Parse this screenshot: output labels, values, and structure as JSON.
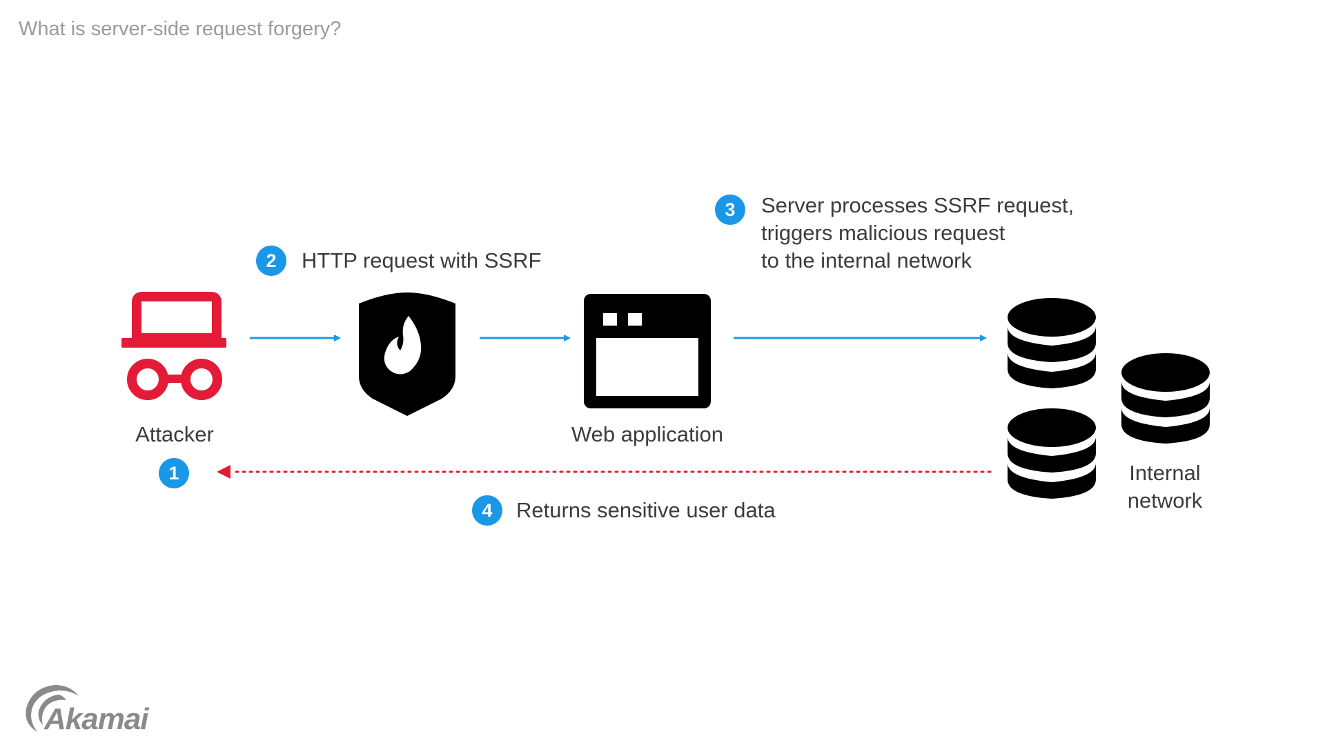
{
  "header": {
    "title": "What is server-side request forgery?"
  },
  "nodes": {
    "attacker": {
      "label": "Attacker",
      "icon": "spy-icon",
      "color": "#e31b36"
    },
    "firewall": {
      "icon": "shield-flame-icon",
      "color": "#000000"
    },
    "web_app": {
      "label": "Web application",
      "icon": "browser-window-icon"
    },
    "internal_network": {
      "label_line1": "Internal",
      "label_line2": "network",
      "icon": "database-icon"
    }
  },
  "steps": {
    "step1": {
      "number": "1"
    },
    "step2": {
      "number": "2",
      "text": "HTTP request with SSRF"
    },
    "step3": {
      "number": "3",
      "line1": "Server processes SSRF request,",
      "line2": "triggers malicious request",
      "line3": "to the internal network"
    },
    "step4": {
      "number": "4",
      "text": "Returns sensitive user data"
    }
  },
  "colors": {
    "request_arrow": "#1a97e6",
    "return_arrow": "#e31b36",
    "badge": "#1a97e6"
  },
  "logo": {
    "text": "Akamai"
  }
}
